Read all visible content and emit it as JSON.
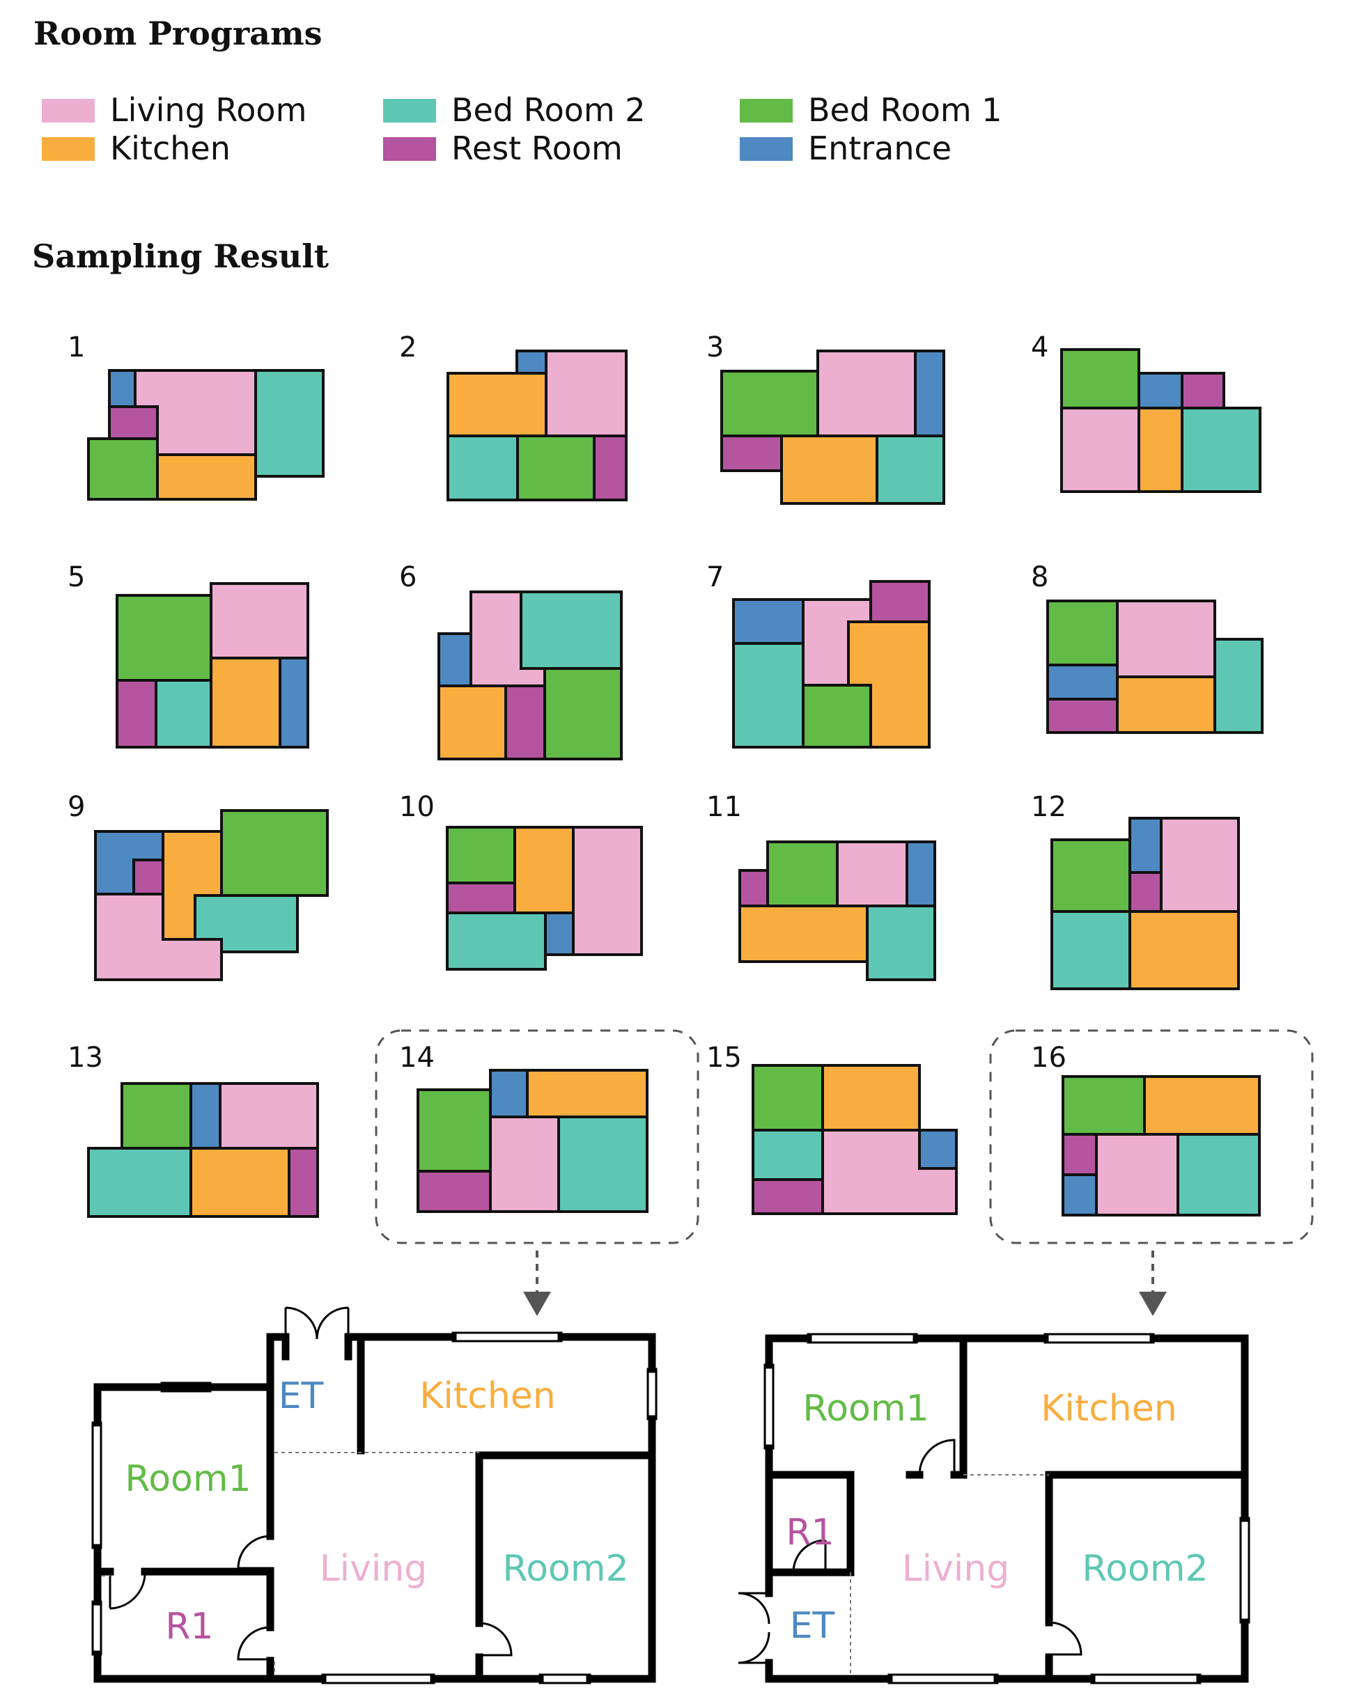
{
  "headings": {
    "room_programs": "Room Programs",
    "sampling_result": "Sampling Result"
  },
  "legend": [
    {
      "key": "living",
      "label": "Living Room",
      "color": "#EDAFD0"
    },
    {
      "key": "kitchen",
      "label": "Kitchen",
      "color": "#F9AD3F"
    },
    {
      "key": "bed2",
      "label": "Bed Room 2",
      "color": "#5EC7B4"
    },
    {
      "key": "rest",
      "label": "Rest Room",
      "color": "#B5549F"
    },
    {
      "key": "bed1",
      "label": "Bed Room 1",
      "color": "#62BB46"
    },
    {
      "key": "entrance",
      "label": "Entrance",
      "color": "#4E89C2"
    }
  ],
  "samples": [
    {
      "number": "1",
      "highlighted": false
    },
    {
      "number": "2",
      "highlighted": false
    },
    {
      "number": "3",
      "highlighted": false
    },
    {
      "number": "4",
      "highlighted": false
    },
    {
      "number": "5",
      "highlighted": false
    },
    {
      "number": "6",
      "highlighted": false
    },
    {
      "number": "7",
      "highlighted": false
    },
    {
      "number": "8",
      "highlighted": false
    },
    {
      "number": "9",
      "highlighted": false
    },
    {
      "number": "10",
      "highlighted": false
    },
    {
      "number": "11",
      "highlighted": false
    },
    {
      "number": "12",
      "highlighted": false
    },
    {
      "number": "13",
      "highlighted": false
    },
    {
      "number": "14",
      "highlighted": true
    },
    {
      "number": "15",
      "highlighted": false
    },
    {
      "number": "16",
      "highlighted": true
    }
  ],
  "floor_plans": [
    {
      "source_sample": "14",
      "labels": {
        "et": "ET",
        "kitchen": "Kitchen",
        "room1": "Room1",
        "living": "Living",
        "room2": "Room2",
        "r1": "R1"
      }
    },
    {
      "source_sample": "16",
      "labels": {
        "room1": "Room1",
        "kitchen": "Kitchen",
        "r1": "R1",
        "living": "Living",
        "room2": "Room2",
        "et": "ET"
      }
    }
  ]
}
